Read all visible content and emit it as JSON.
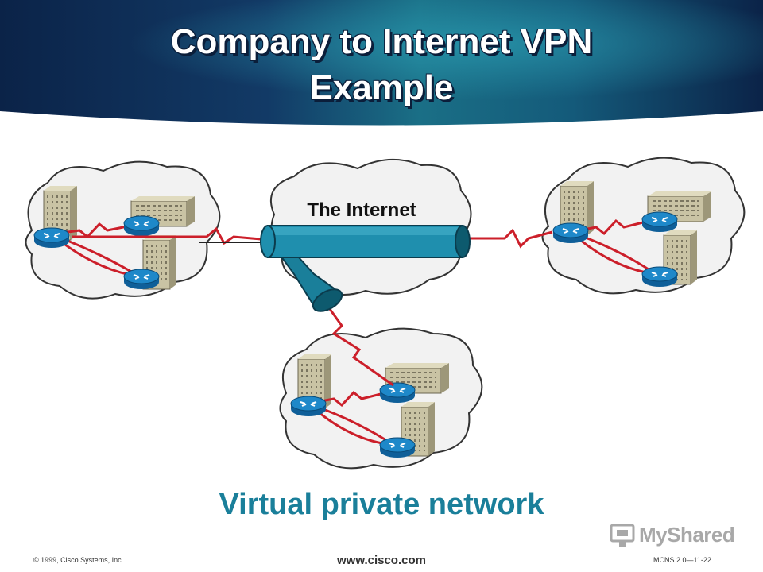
{
  "slide": {
    "title_line1": "Company to Internet VPN",
    "title_line2": "Example",
    "internet_label": "The Internet",
    "caption": "Virtual private network"
  },
  "footer": {
    "copyright": "© 1999, Cisco Systems, Inc.",
    "website": "www.cisco.com",
    "slide_id": "MCNS 2.0—11-22",
    "logo_text": "MyShared"
  },
  "colors": {
    "header_dark": "#0d2b52",
    "header_teal": "#1a6f86",
    "caption": "#1a7f9a",
    "router": "#1e88c9",
    "tunnel": "#1a7f9a",
    "link_red": "#cc1f2a",
    "cloud_fill": "#f2f2f2"
  },
  "diagram": {
    "sites": [
      "site-left",
      "site-right",
      "site-bottom"
    ],
    "icons": [
      "router-icon",
      "building-icon",
      "tower-icon",
      "cloud-icon",
      "tunnel-icon"
    ]
  }
}
